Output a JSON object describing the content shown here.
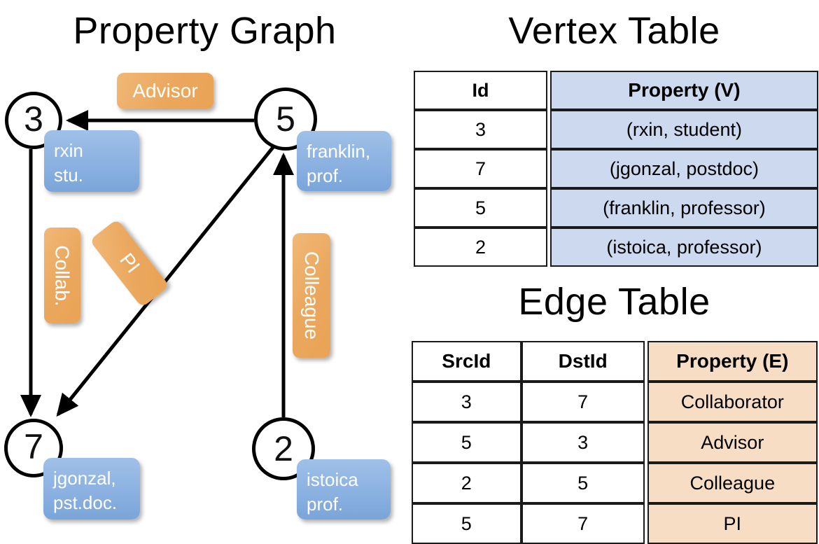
{
  "titles": {
    "property_graph": "Property Graph",
    "vertex_table": "Vertex Table",
    "edge_table": "Edge Table"
  },
  "graph": {
    "vertices": [
      {
        "id": "3",
        "property_lines": [
          "rxin",
          "stu."
        ]
      },
      {
        "id": "5",
        "property_lines": [
          "franklin,",
          "prof."
        ]
      },
      {
        "id": "7",
        "property_lines": [
          "jgonzal,",
          "pst.doc."
        ]
      },
      {
        "id": "2",
        "property_lines": [
          "istoica",
          "prof."
        ]
      }
    ],
    "edge_labels": [
      {
        "name": "advisor-label",
        "text": "Advisor",
        "from": "5",
        "to": "3"
      },
      {
        "name": "collab-label",
        "text": "Collab.",
        "from": "3",
        "to": "7"
      },
      {
        "name": "pi-label",
        "text": "PI",
        "from": "5",
        "to": "7"
      },
      {
        "name": "colleague-label",
        "text": "Colleague",
        "from": "2",
        "to": "5"
      }
    ]
  },
  "vertex_table": {
    "headers": [
      "Id",
      "Property (V)"
    ],
    "rows": [
      {
        "id": "3",
        "property": "(rxin, student)"
      },
      {
        "id": "7",
        "property": "(jgonzal, postdoc)"
      },
      {
        "id": "5",
        "property": "(franklin, professor)"
      },
      {
        "id": "2",
        "property": "(istoica, professor)"
      }
    ]
  },
  "edge_table": {
    "headers": [
      "SrcId",
      "DstId",
      "Property (E)"
    ],
    "rows": [
      {
        "src": "3",
        "dst": "7",
        "property": "Collaborator"
      },
      {
        "src": "5",
        "dst": "3",
        "property": "Advisor"
      },
      {
        "src": "2",
        "dst": "5",
        "property": "Colleague"
      },
      {
        "src": "5",
        "dst": "7",
        "property": "PI"
      }
    ]
  },
  "colors": {
    "vertex_property_fill": "#8fb4e2",
    "edge_label_fill": "#eaa75d",
    "vertex_table_highlight": "#ccd9ef",
    "edge_table_highlight": "#f6ddc3",
    "stroke": "#000000"
  }
}
